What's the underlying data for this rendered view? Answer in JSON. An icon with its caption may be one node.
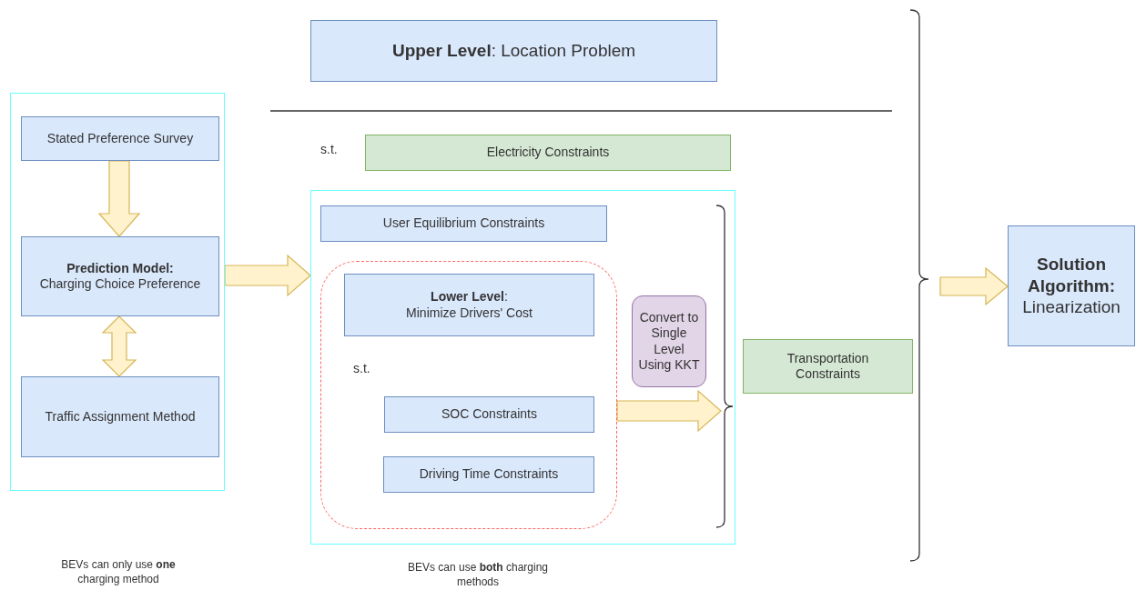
{
  "diagram": {
    "nodes": [
      {
        "text": [],
        "shape": "box"
      },
      {
        "text": [
          "Stated Preference Survey"
        ],
        "in": 0
      },
      {
        "text": [
          "Prediction Model:",
          "Charging Choice Preference"
        ],
        "in": 0
      },
      {
        "text": [
          "Traffic Assignment Method"
        ],
        "in": 0
      },
      {
        "text": [
          "**Upper Level**: Location Problem"
        ]
      },
      {
        "text": [
          "Electricity Constraints"
        ]
      },
      {
        "text": [],
        "shape": "box"
      },
      {
        "text": [
          "User Equilibrium Constraints"
        ],
        "in": 6
      },
      {
        "text": [],
        "shape": "box",
        "in": 6
      },
      {
        "text": [
          "**Lower Level**:",
          "Minimize Drivers' Cost"
        ],
        "in": 8
      },
      {
        "text": [
          "SOC Constraints"
        ],
        "in": 8
      },
      {
        "text": [
          "Driving Time Constraints"
        ],
        "in": 8
      },
      {
        "text": [
          "Convert to Single Level Using KKT"
        ],
        "in": 6
      },
      {
        "text": [
          "Transportation Constraints"
        ]
      },
      {
        "text": [
          "Solution Algorithm:",
          "Linearization"
        ]
      }
    ],
    "edges": [
      {
        "from": 1,
        "to": 2,
        "arrow": "to"
      },
      {
        "from": 2,
        "to": 3,
        "arrow": "both"
      },
      {
        "from": 0,
        "to": 6,
        "arrow": "to"
      },
      {
        "from": 8,
        "to": null,
        "arrow": "to"
      },
      {
        "from": null,
        "to": 14,
        "arrow": "to"
      }
    ],
    "labels": [
      "s.t.",
      "s.t.",
      "BEVs can only use **one** charging method",
      "BEVs can use **both** charging methods"
    ]
  }
}
